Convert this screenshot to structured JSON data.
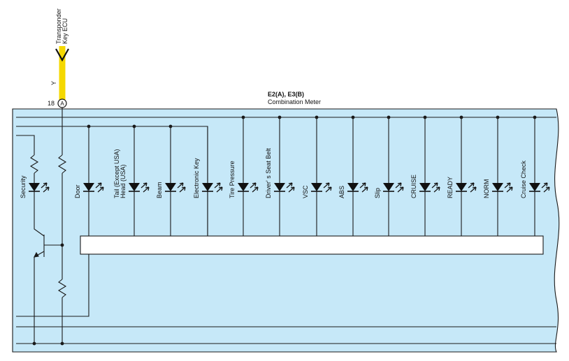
{
  "component": {
    "connectors": "E2(A), E3(B)",
    "name": "Combination Meter",
    "pin_number": "18",
    "pin_connector": "A"
  },
  "wire": {
    "color_code": "Y",
    "destination_line1": "Transponder",
    "destination_line2": "Key ECU"
  },
  "indicators": [
    {
      "label": "Security"
    },
    {
      "label": "Door"
    },
    {
      "label": "Tail (Except USA)",
      "label2": "Head (USA)"
    },
    {
      "label": "Beam"
    },
    {
      "label": "Electronic Key"
    },
    {
      "label": "Tire Pressure"
    },
    {
      "label": "Driver' s Seat Belt"
    },
    {
      "label": "VSC"
    },
    {
      "label": "ABS"
    },
    {
      "label": "Slip"
    },
    {
      "label": "CRUISE"
    },
    {
      "label": "READY"
    },
    {
      "label": "NORM"
    },
    {
      "label": "Cruise Check"
    }
  ],
  "colors": {
    "meter_fill": "#c6e8f8",
    "wire_yellow": "#f5d800",
    "line": "#1a1a1a"
  }
}
